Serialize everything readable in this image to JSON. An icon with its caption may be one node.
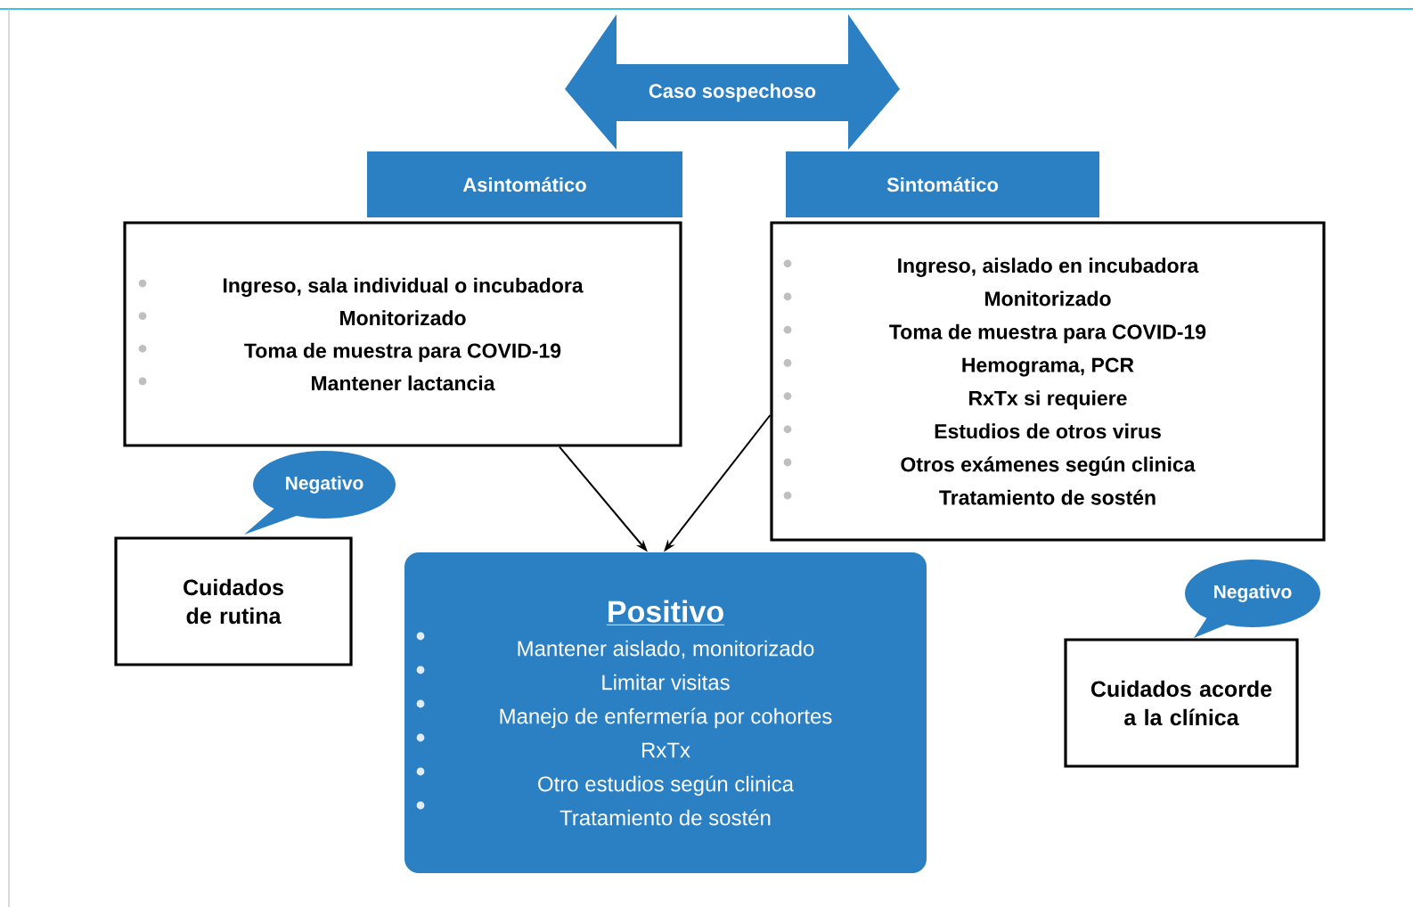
{
  "diagram": {
    "nodes": [
      {
        "text": [
          "Caso sospechoso"
        ]
      },
      {
        "text": [
          "Asintomático"
        ]
      },
      {
        "text": [
          "Sintomático"
        ]
      },
      {
        "text": [
          "Ingreso, sala individual o incubadora",
          "Monitorizado",
          "Toma de muestra para COVID-19",
          "Mantener lactancia"
        ]
      },
      {
        "text": [
          "Ingreso, aislado en incubadora",
          "Monitorizado",
          "Toma de muestra para COVID-19",
          "Hemograma, PCR",
          "RxTx si requiere",
          "Estudios de otros virus",
          "Otros exámenes según clinica",
          "Tratamiento de sostén"
        ]
      },
      {
        "text": [
          "Negativo"
        ]
      },
      {
        "text": [
          "Cuidados de rutina"
        ]
      },
      {
        "text": [
          "Positivo",
          "Mantener aislado, monitorizado",
          "Limitar visitas",
          "Manejo de enfermería por cohortes",
          "RxTx",
          "Otro estudios según clinica",
          "Tratamiento de sostén"
        ]
      },
      {
        "text": [
          "Negativo"
        ]
      },
      {
        "text": [
          "Cuidados acorde a la clínica"
        ]
      }
    ],
    "edges": [
      {
        "from": 3,
        "to": 7,
        "arrow": "to"
      },
      {
        "from": 4,
        "to": 7,
        "arrow": "to"
      }
    ]
  }
}
